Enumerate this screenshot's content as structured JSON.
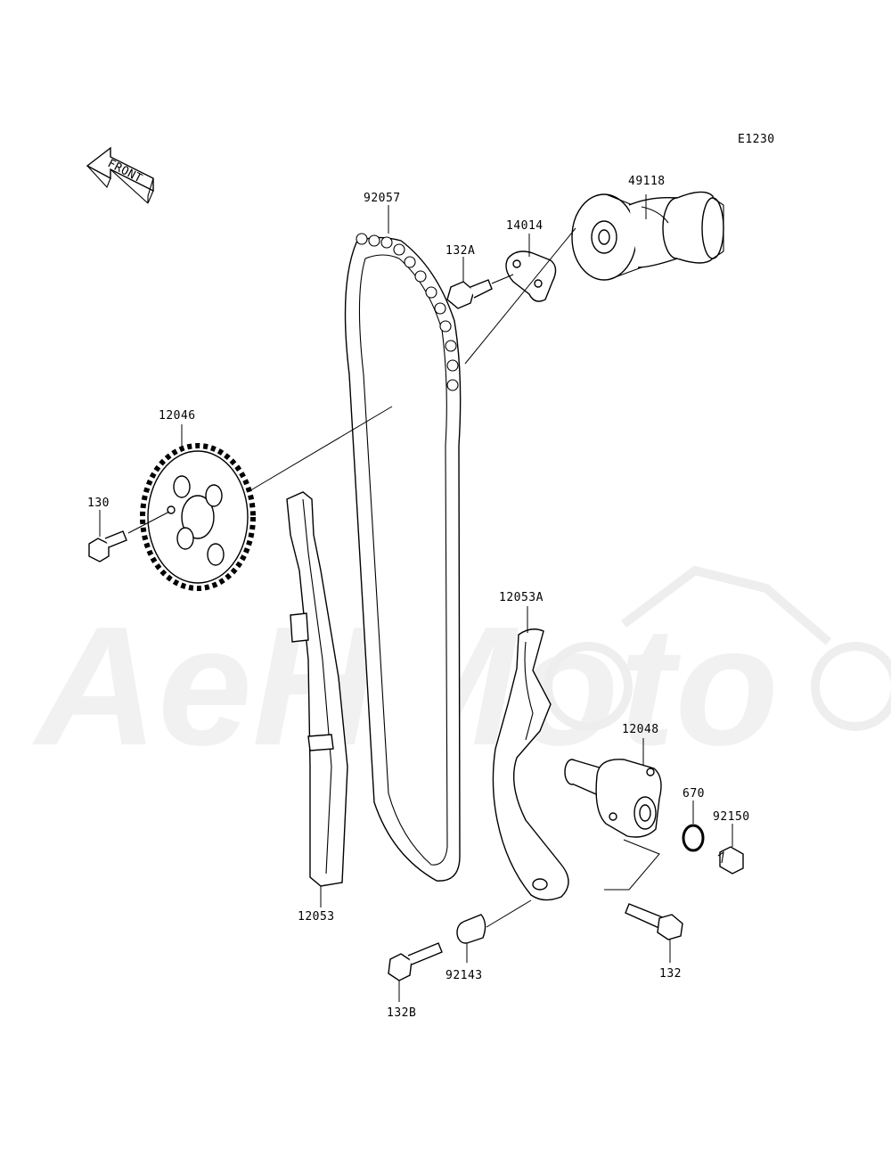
{
  "diagram": {
    "code": "E1230",
    "front_label": "FRONT",
    "watermark": "AeHMoto",
    "parts": [
      {
        "id": "49118",
        "label": "49118"
      },
      {
        "id": "14014",
        "label": "14014"
      },
      {
        "id": "132A",
        "label": "132A"
      },
      {
        "id": "92057",
        "label": "92057"
      },
      {
        "id": "12046",
        "label": "12046"
      },
      {
        "id": "130",
        "label": "130"
      },
      {
        "id": "12053A",
        "label": "12053A"
      },
      {
        "id": "12048",
        "label": "12048"
      },
      {
        "id": "670",
        "label": "670"
      },
      {
        "id": "92150",
        "label": "92150"
      },
      {
        "id": "12053",
        "label": "12053"
      },
      {
        "id": "92143",
        "label": "92143"
      },
      {
        "id": "132",
        "label": "132"
      },
      {
        "id": "132B",
        "label": "132B"
      }
    ]
  },
  "colors": {
    "line": "#000000",
    "background": "#ffffff",
    "watermark": "#f1f1f1"
  }
}
